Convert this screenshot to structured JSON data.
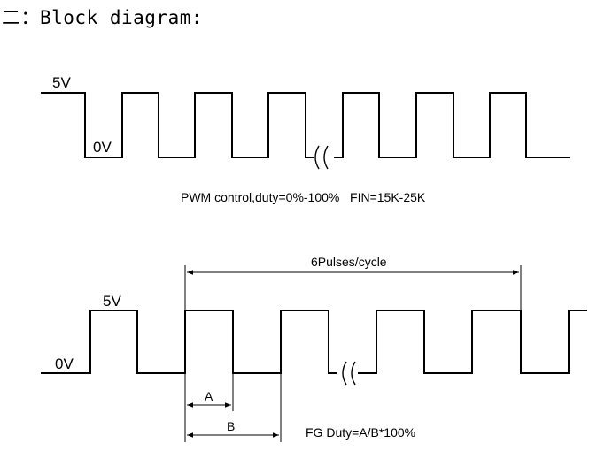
{
  "heading": "二：Block diagram:",
  "pwm": {
    "high_label": "5V",
    "low_label": "0V",
    "caption": "PWM control,duty=0%-100%   FIN=15K-25K"
  },
  "fg": {
    "high_label": "5V",
    "low_label": "0V",
    "cycle_label": "6Pulses/cycle",
    "a_label": "A",
    "b_label": "B",
    "caption": "FG Duty=A/B*100%"
  }
}
